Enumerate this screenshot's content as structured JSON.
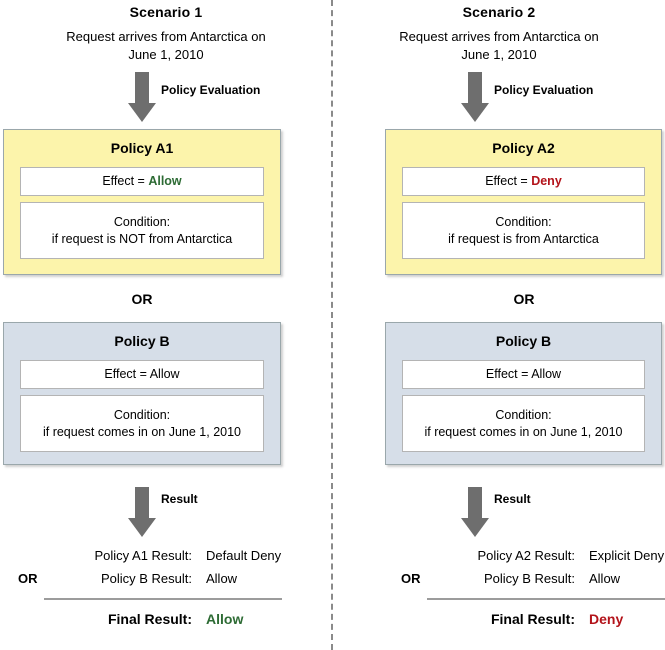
{
  "colors": {
    "policy_a_fill": "#fcf4ab",
    "policy_b_fill": "#d6dee8",
    "box_border": "#9aa7ab",
    "arrow_gray": "#6e6e6e",
    "allow_green": "#2d6b34",
    "deny_red": "#b3131a",
    "divider_gray": "#8a8a8a"
  },
  "scenarios": [
    {
      "title": "Scenario 1",
      "request_line1": "Request arrives from Antarctica on",
      "request_line2": "June 1, 2010",
      "eval_arrow_label": "Policy Evaluation",
      "policy_a": {
        "name": "Policy A1",
        "effect_prefix": "Effect = ",
        "effect_value": "Allow",
        "effect_state": "allow",
        "condition_line1": "Condition:",
        "condition_line2": "if request is NOT from Antarctica"
      },
      "or_separator": "OR",
      "policy_b": {
        "name": "Policy B",
        "effect_prefix": "Effect = ",
        "effect_value": "Allow",
        "effect_state": "plain",
        "condition_line1": "Condition:",
        "condition_line2": "if request comes in on June 1, 2010"
      },
      "result_arrow_label": "Result",
      "results": {
        "row1_or": "",
        "row1_label": "Policy A1 Result:",
        "row1_value": "Default Deny",
        "row2_or": "OR",
        "row2_label": "Policy B Result:",
        "row2_value": "Allow",
        "final_label": "Final Result:",
        "final_value": "Allow",
        "final_state": "allow"
      }
    },
    {
      "title": "Scenario 2",
      "request_line1": "Request arrives from Antarctica on",
      "request_line2": "June 1, 2010",
      "eval_arrow_label": "Policy Evaluation",
      "policy_a": {
        "name": "Policy A2",
        "effect_prefix": "Effect = ",
        "effect_value": "Deny",
        "effect_state": "deny",
        "condition_line1": "Condition:",
        "condition_line2": "if request is from Antarctica"
      },
      "or_separator": "OR",
      "policy_b": {
        "name": "Policy B",
        "effect_prefix": "Effect = ",
        "effect_value": "Allow",
        "effect_state": "plain",
        "condition_line1": "Condition:",
        "condition_line2": "if request comes in on June 1, 2010"
      },
      "result_arrow_label": "Result",
      "results": {
        "row1_or": "",
        "row1_label": "Policy A2 Result:",
        "row1_value": "Explicit Deny",
        "row2_or": "OR",
        "row2_label": "Policy B Result:",
        "row2_value": "Allow",
        "final_label": "Final Result:",
        "final_value": "Deny",
        "final_state": "deny"
      }
    }
  ]
}
